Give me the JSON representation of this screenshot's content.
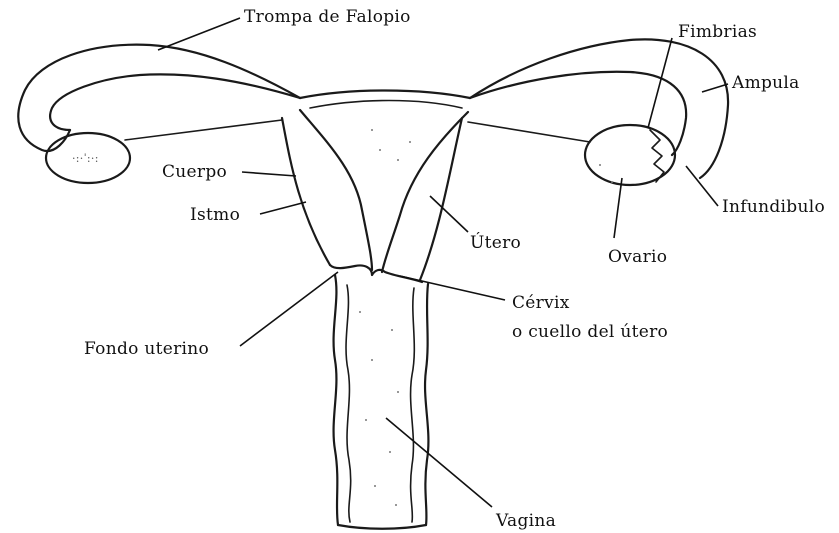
{
  "labels": {
    "trompa": "Trompa de Falopio",
    "fimbrias": "Fimbrias",
    "ampula": "Ampula",
    "cuerpo": "Cuerpo",
    "istmo": "Istmo",
    "utero": "Útero",
    "infundibulo": "Infundibulo",
    "ovario": "Ovario",
    "cervix": "Cérvix",
    "cuello": "o cuello del útero",
    "fondo": "Fondo uterino",
    "vagina": "Vagina"
  }
}
